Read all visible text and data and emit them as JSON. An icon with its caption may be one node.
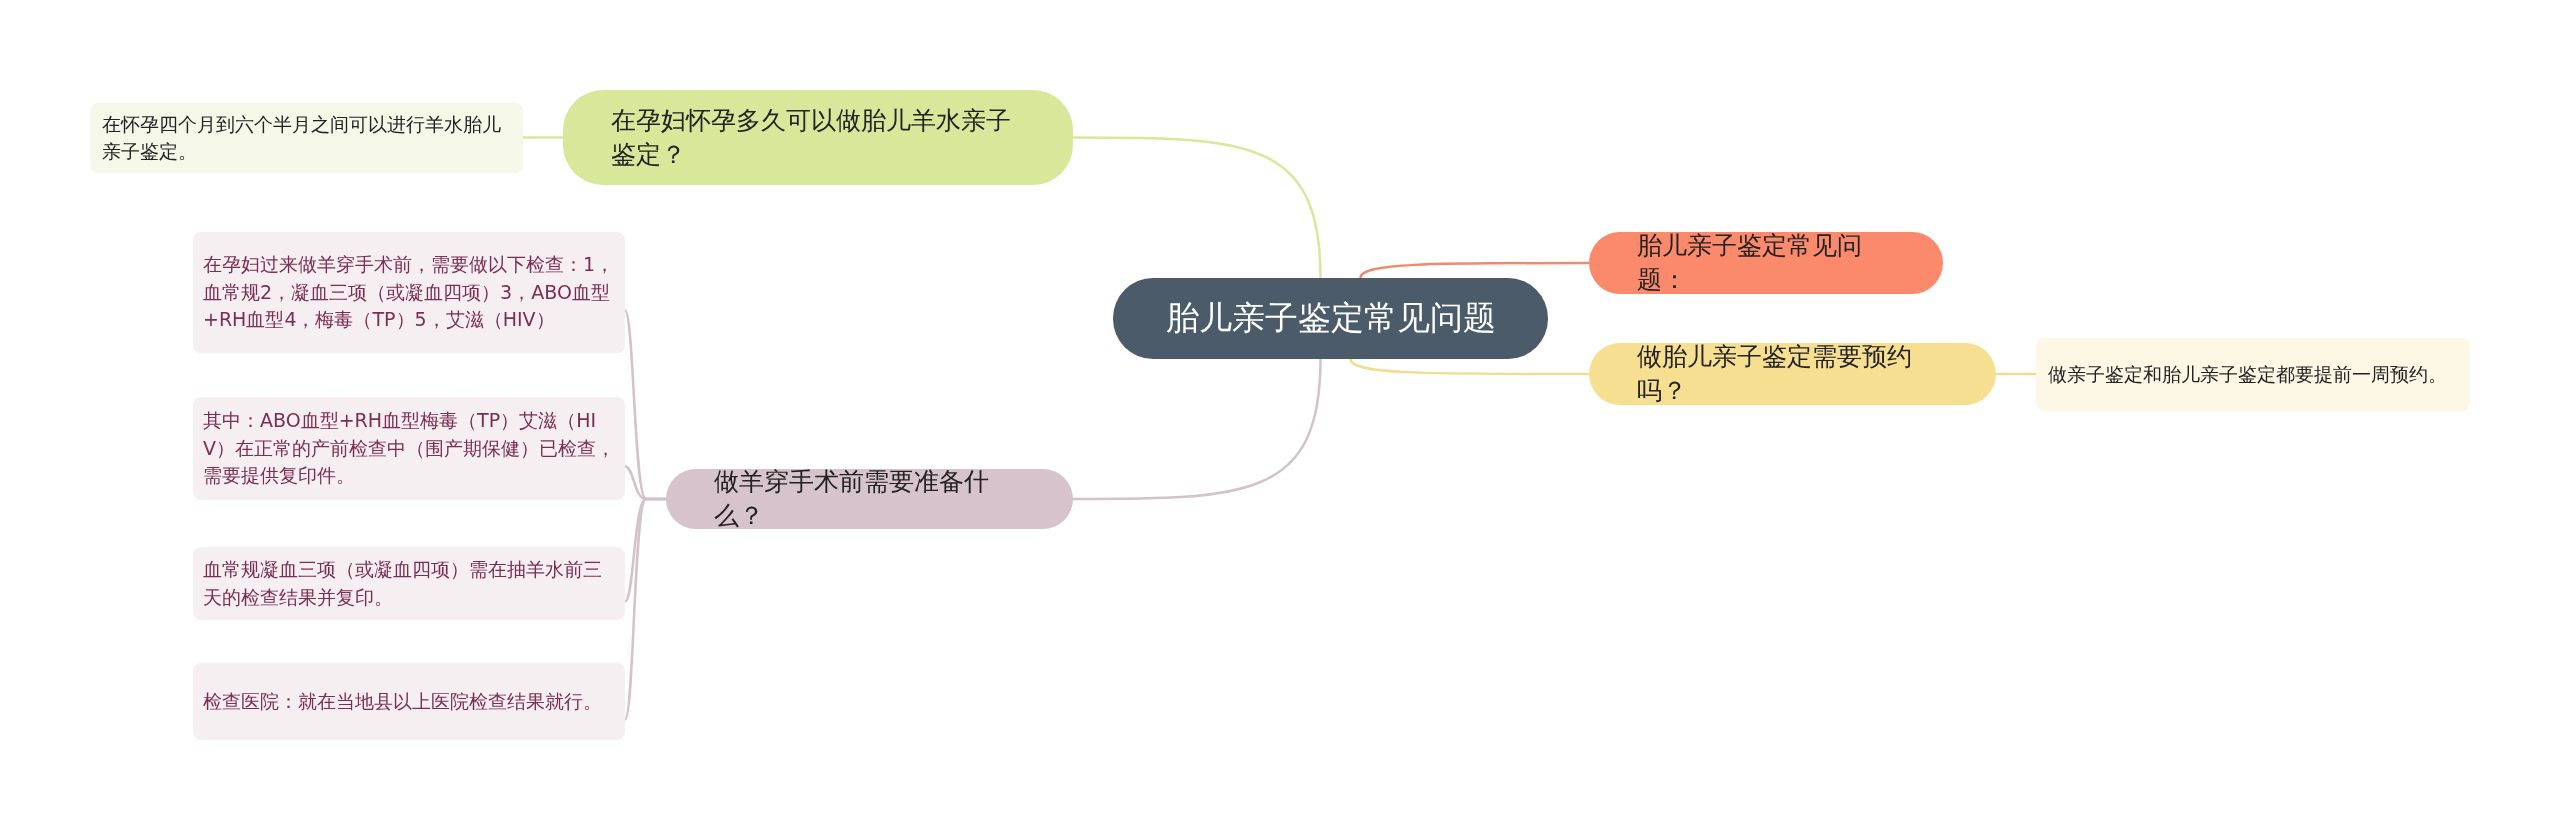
{
  "diagram": {
    "nodes": [
      {
        "text": [
          "胎儿亲子鉴定常见问题"
        ]
      },
      {
        "text": [
          "在孕妇怀孕多久可以做胎儿羊水亲子鉴定？"
        ]
      },
      {
        "text": [
          "在怀孕四个月到六个半月之间可以进行羊水胎儿亲子鉴定。"
        ]
      },
      {
        "text": [
          "胎儿亲子鉴定常见问题："
        ]
      },
      {
        "text": [
          "做胎儿亲子鉴定需要预约吗？"
        ]
      },
      {
        "text": [
          "做亲子鉴定和胎儿亲子鉴定都要提前一周预约。"
        ]
      },
      {
        "text": [
          "做羊穿手术前需要准备什么？"
        ]
      },
      {
        "text": [
          "在孕妇过来做羊穿手术前，需要做以下检查：1，血常规2，凝血三项（或凝血四项）3，ABO血型+RH血型4，梅毒（TP）5，艾滋（HIV）"
        ]
      },
      {
        "text": [
          "其中：ABO血型+RH血型梅毒（TP）艾滋（HIV）在正常的产前检查中（围产期保健）已检查，需要提供复印件。"
        ]
      },
      {
        "text": [
          "血常规凝血三项（或凝血四项）需在抽羊水前三天的检查结果并复印。"
        ]
      },
      {
        "text": [
          "检查医院：就在当地县以上医院检查结果就行。"
        ]
      }
    ],
    "edges": [
      {
        "from": 0,
        "to": 1,
        "arrow": "none",
        "color": "#d8e79a"
      },
      {
        "from": 1,
        "to": 2,
        "arrow": "none",
        "color": "#d8e79a"
      },
      {
        "from": 0,
        "to": 3,
        "arrow": "none",
        "color": "#ef8a6e"
      },
      {
        "from": 0,
        "to": 4,
        "arrow": "none",
        "color": "#f2dc8e"
      },
      {
        "from": 4,
        "to": 5,
        "arrow": "none",
        "color": "#f2dc8e"
      },
      {
        "from": 0,
        "to": 6,
        "arrow": "none"
      },
      {
        "from": 6,
        "to": 7,
        "arrow": "none"
      },
      {
        "from": 6,
        "to": 8,
        "arrow": "none"
      },
      {
        "from": 6,
        "to": 9,
        "arrow": "none"
      },
      {
        "from": 6,
        "to": 10,
        "arrow": "none"
      }
    ]
  }
}
